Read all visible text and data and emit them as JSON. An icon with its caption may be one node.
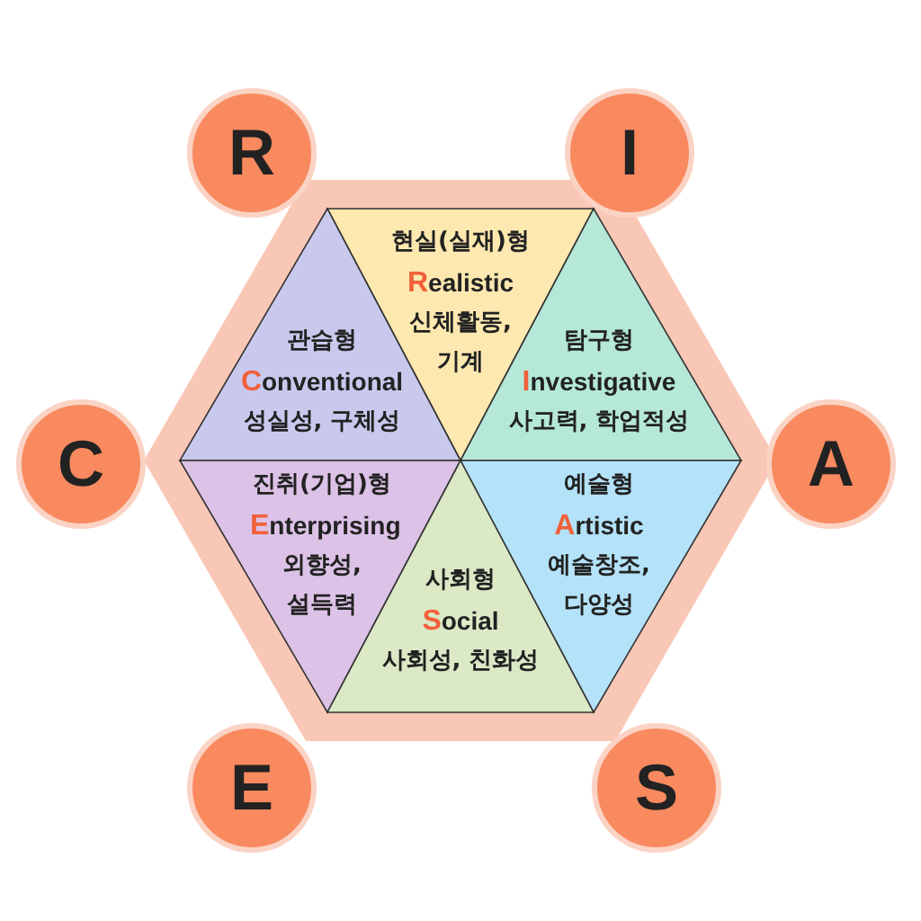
{
  "diagram": {
    "nodes": [
      {
        "text": [
          "R"
        ]
      },
      {
        "text": [
          "I"
        ]
      },
      {
        "text": [
          "현실(실재)형",
          "Realistic",
          "신체활동, 기계"
        ]
      },
      {
        "text": [
          "관습형",
          "Conventional",
          "성실성, 구체성"
        ]
      },
      {
        "text": [
          "탐구형",
          "Investigative",
          "사고력, 학업적성"
        ]
      },
      {
        "text": [
          "C"
        ]
      },
      {
        "text": [
          "A"
        ]
      },
      {
        "text": [
          "진취(기업)형",
          "Enterprising",
          "외향성, 설득력"
        ]
      },
      {
        "text": [
          "예술형",
          "Artistic",
          "예술창조, 다양성"
        ]
      },
      {
        "text": [
          "사회형",
          "Social",
          "사회성, 친화성"
        ]
      },
      {
        "text": [
          "E"
        ]
      },
      {
        "text": [
          "S"
        ]
      }
    ]
  }
}
